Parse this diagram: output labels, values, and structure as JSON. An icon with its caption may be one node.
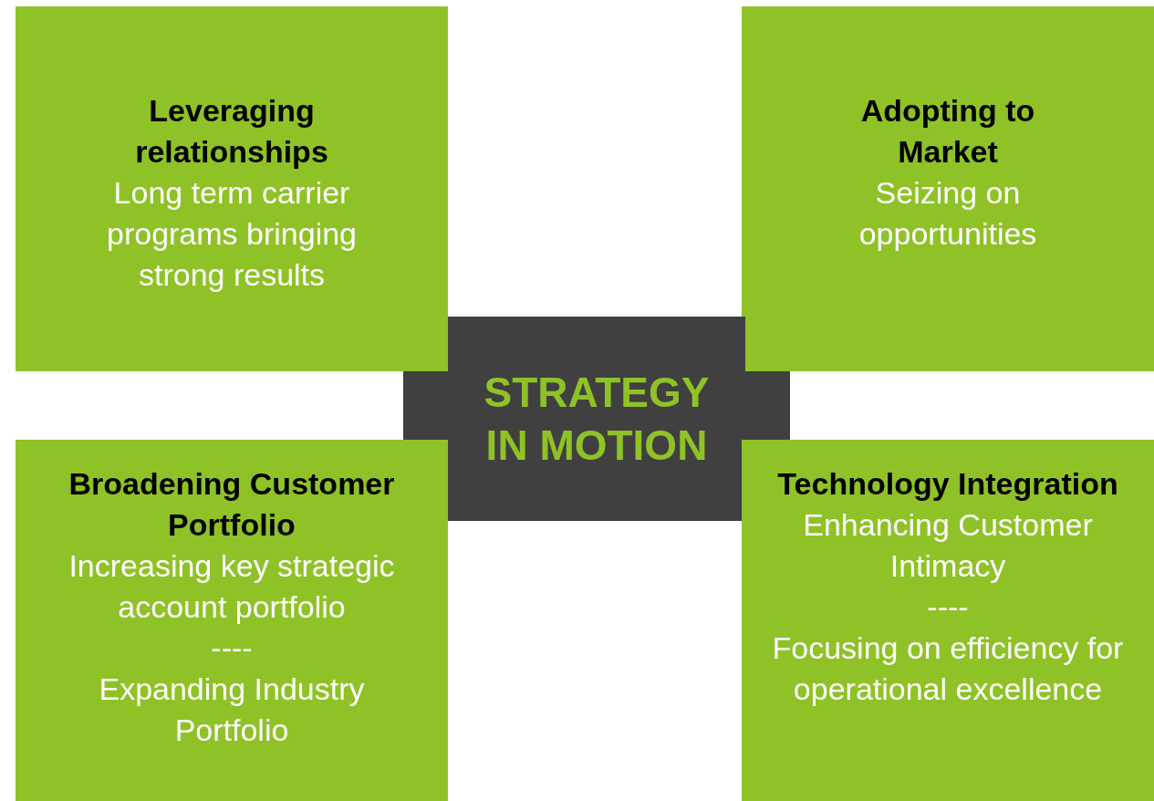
{
  "diagram": {
    "nodes": [
      {
        "text": [
          "Leveraging relationships",
          "Long term carrier programs bringing strong results"
        ]
      },
      {
        "text": [
          "Adopting to Market",
          "Seizing on opportunities"
        ]
      },
      {
        "text": [
          "STRATEGY IN MOTION"
        ]
      },
      {
        "text": [
          "Broadening Customer Portfolio",
          "Increasing key strategic account portfolio",
          "----",
          "Expanding Industry Portfolio"
        ]
      },
      {
        "text": [
          "Technology Integration",
          "Enhancing Customer Intimacy",
          "----",
          "Focusing on efficiency for operational excellence"
        ]
      }
    ]
  }
}
